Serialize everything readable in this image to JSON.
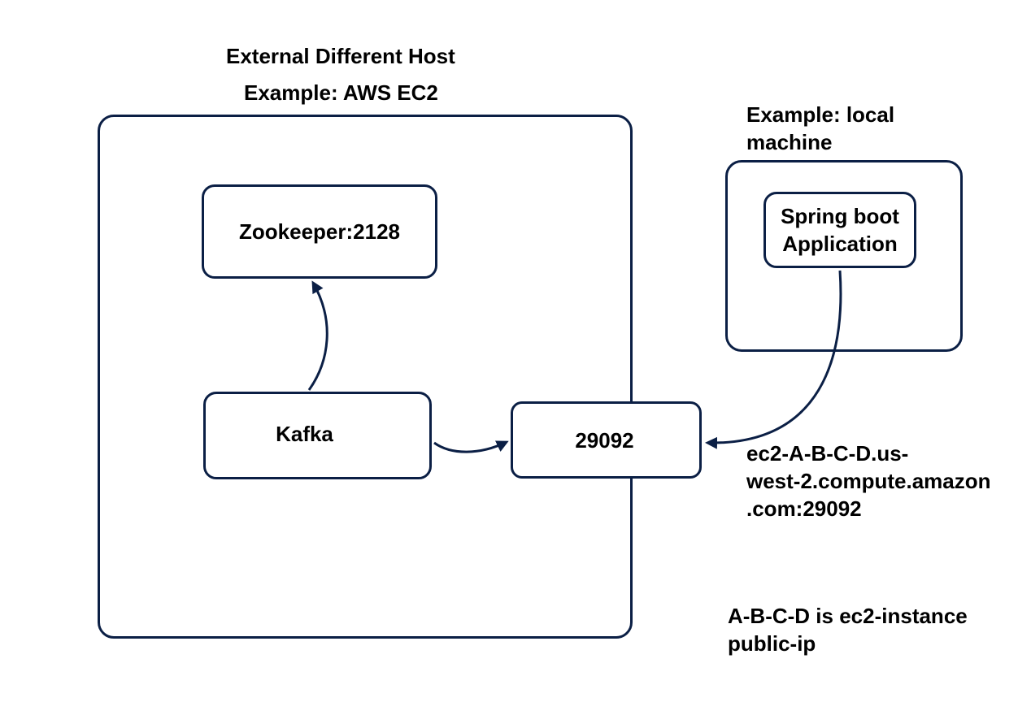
{
  "external_host": {
    "title_line1": "External Different Host",
    "title_line2": "Example: AWS EC2"
  },
  "local_host": {
    "title": "Example: local\nmachine"
  },
  "nodes": {
    "zookeeper": "Zookeeper:2128",
    "kafka": "Kafka",
    "port": "29092",
    "spring_app": "Spring boot\nApplication"
  },
  "address_label": "ec2-A-B-C-D.us-\nwest-2.compute.amazon\n.com:29092",
  "note": "A-B-C-D is ec2-instance\npublic-ip",
  "colors": {
    "stroke": "#0b1f45",
    "text": "#000000",
    "background": "#ffffff"
  }
}
